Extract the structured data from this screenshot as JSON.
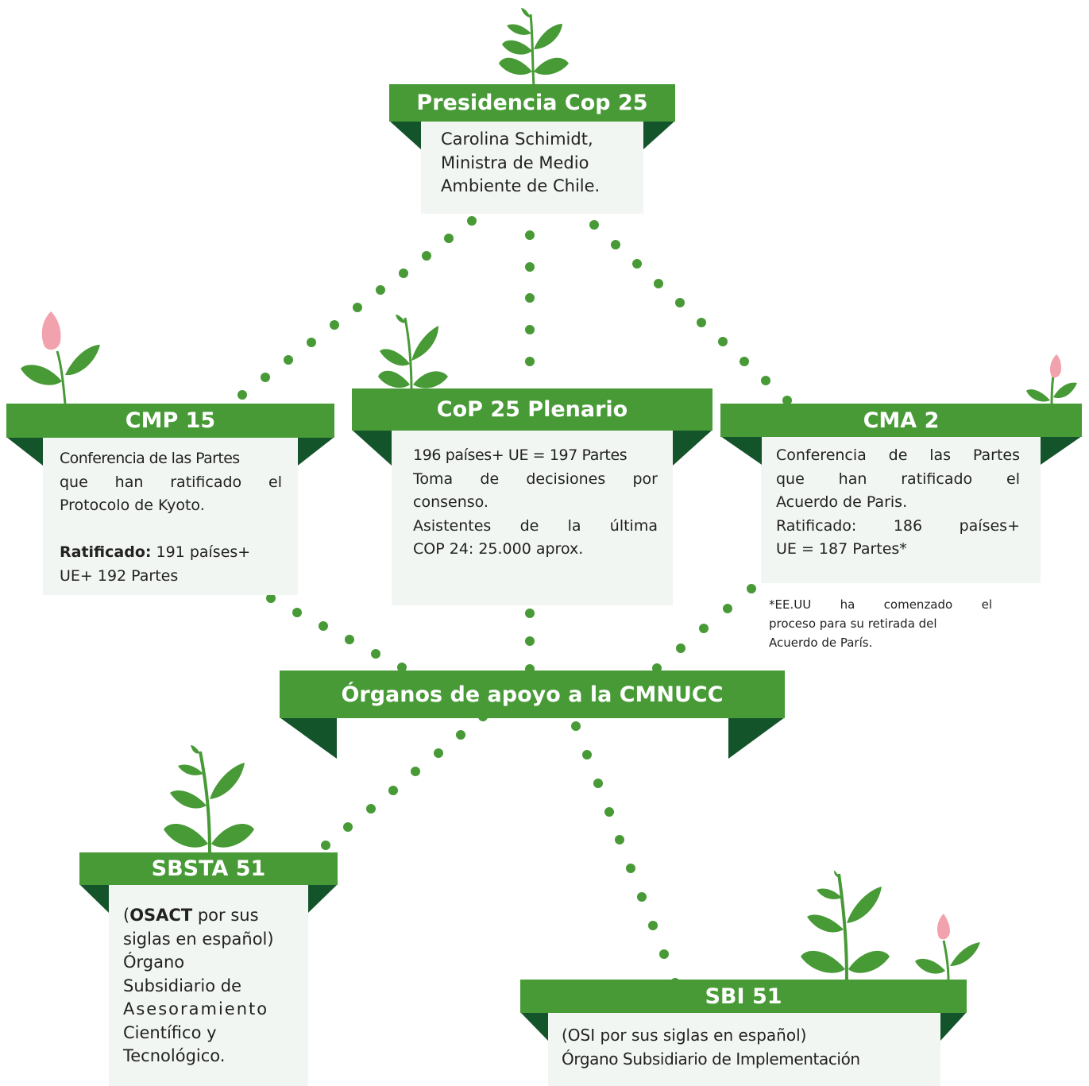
{
  "presidencia": {
    "title": "Presidencia Cop 25",
    "lines": [
      "Carolina Schimidt,",
      "Ministra de Medio",
      "Ambiente de Chile."
    ]
  },
  "cmp": {
    "title": "CMP 15",
    "line1": "Conferencia de las Partes",
    "line2": "que han ratificado el",
    "line3": "Protocolo de Kyoto.",
    "ratified_label": "Ratificado:",
    "ratified_value": " 191 países+",
    "line5": "UE+ 192 Partes"
  },
  "plenario": {
    "title": "CoP 25 Plenario",
    "lines": [
      "196 países+ UE = 197 Partes",
      "Toma de decisiones por",
      "consenso.",
      "Asistentes de la última",
      "COP 24: 25.000 aprox."
    ]
  },
  "cma": {
    "title": "CMA 2",
    "lines": [
      "Conferencia de las Partes",
      "que han ratificado el",
      "Acuerdo de Paris.",
      "Ratificado: 186 países+",
      "UE = 187 Partes*"
    ],
    "note": [
      "*EE.UU ha comenzado el",
      "proceso para su retirada del",
      "Acuerdo de París."
    ]
  },
  "organos": {
    "title": "Órganos de apoyo a la CMNUCC"
  },
  "sbsta": {
    "title": "SBSTA 51",
    "open_paren": "(",
    "acronym": "OSACT",
    "rest": " por sus",
    "lines": [
      "siglas en español)",
      "Órgano",
      "Subsidiario de",
      "Asesoramiento",
      "Científico y",
      "Tecnológico."
    ]
  },
  "sbi": {
    "title": "SBI 51",
    "lines": [
      "(OSI por sus siglas en español)",
      "Órgano Subsidiario de Implementación"
    ]
  },
  "colors": {
    "banner": "#479a36",
    "fold": "#14542a",
    "dot": "#479a36",
    "leaf": "#479a36",
    "bud": "#f2a2ac"
  }
}
